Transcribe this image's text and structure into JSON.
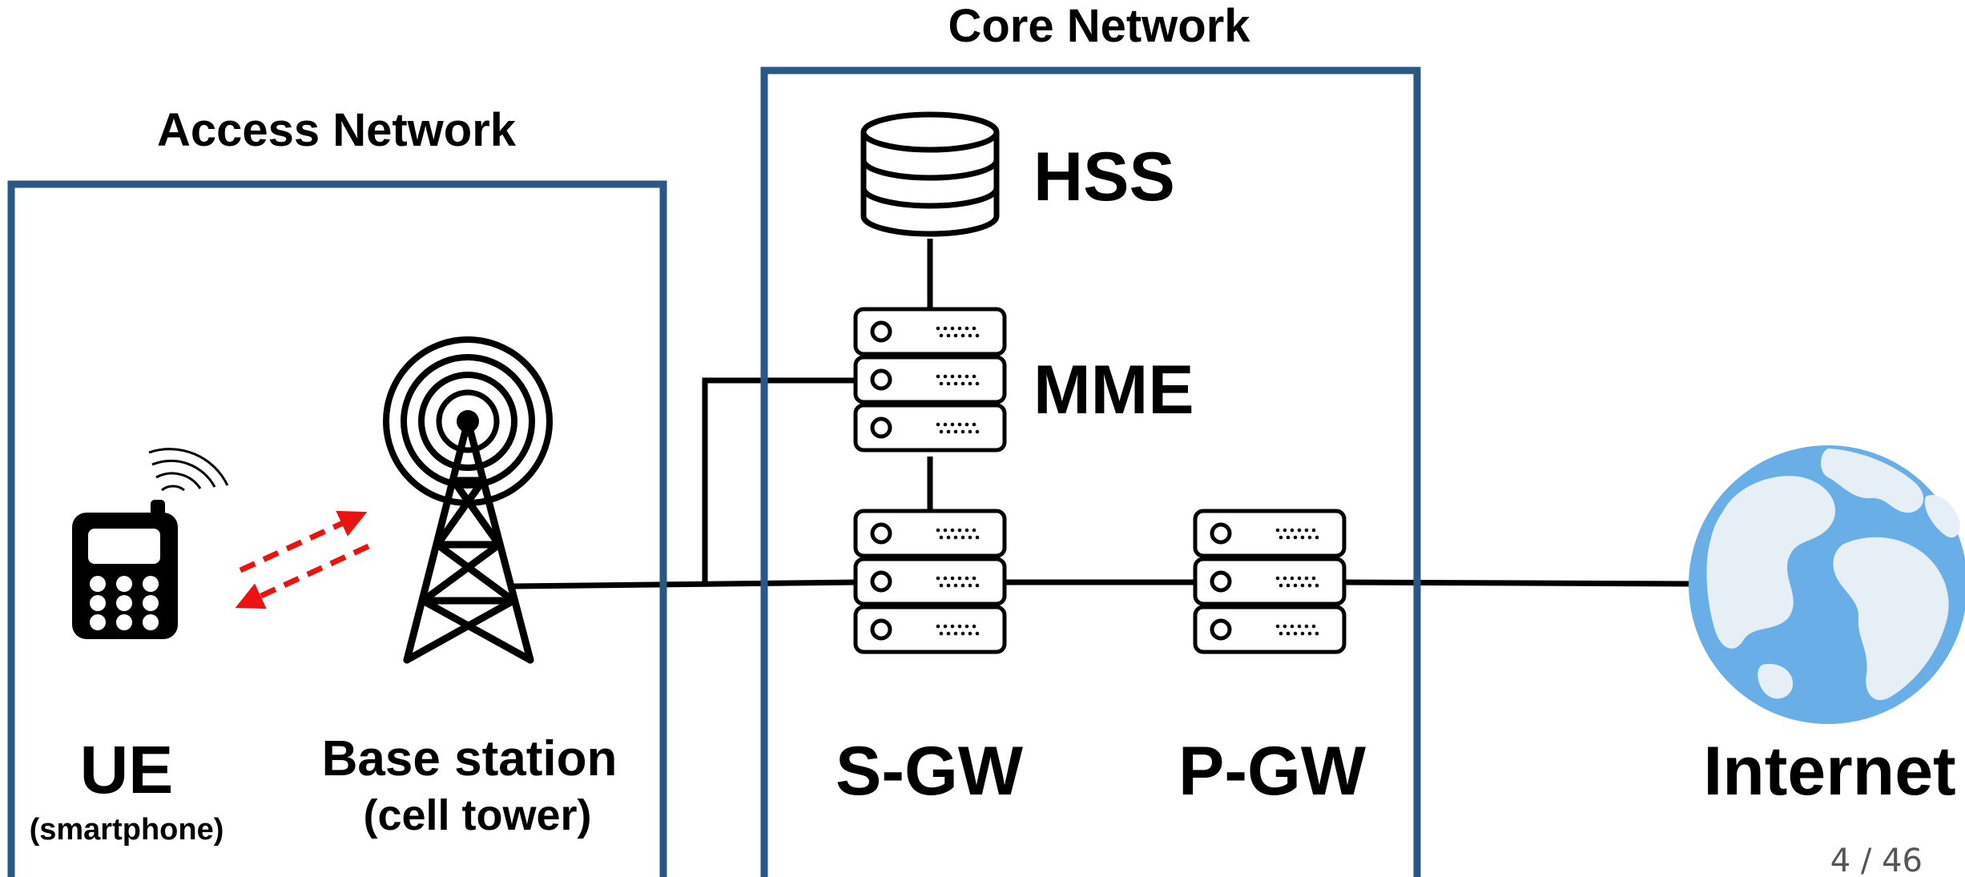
{
  "sections": {
    "access_title": "Access Network",
    "core_title": "Core Network"
  },
  "nodes": {
    "ue": {
      "label": "UE",
      "sublabel": "(smartphone)"
    },
    "base_station": {
      "label": "Base station",
      "sublabel": "(cell tower)"
    },
    "hss": {
      "label": "HSS"
    },
    "mme": {
      "label": "MME"
    },
    "sgw": {
      "label": "S-GW"
    },
    "pgw": {
      "label": "P-GW"
    },
    "internet": {
      "label": "Internet"
    }
  },
  "page_indicator": "4 / 46",
  "colors": {
    "box_border": "#2a5783",
    "wireless_arrows": "#ee1111",
    "globe_ocean": "#6aaee8",
    "globe_land": "#e6eef6"
  },
  "icons": {
    "ue": "mobile-phone-icon",
    "base_station": "cell-tower-icon",
    "hss": "database-icon",
    "servers": "server-rack-icon",
    "internet": "globe-icon"
  }
}
